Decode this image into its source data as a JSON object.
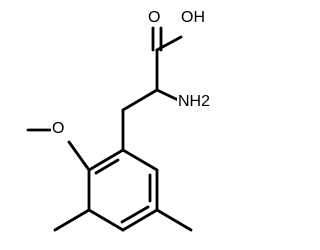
{
  "structure": {
    "labels": {
      "carboxyl_oxygen": "O",
      "hydroxyl": "OH",
      "amine": "NH2",
      "methoxy_oxygen": "O"
    },
    "colors": {
      "bond": "#000000",
      "background": "#ffffff",
      "text": "#000000"
    }
  }
}
